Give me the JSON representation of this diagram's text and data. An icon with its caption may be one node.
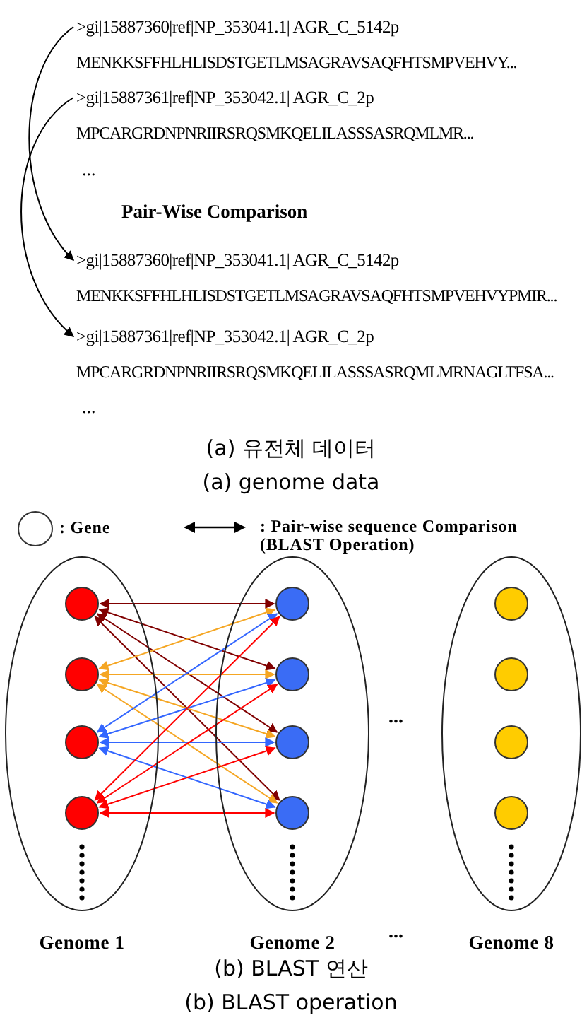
{
  "diagram": {
    "nodes": [
      {
        "text": [
          ">gi|15887360|ref|NP_353041.1| AGR_C_5142p",
          "MENKKSFFHLHLISDSTGETLMSAGRAVSAQFHTSMPVEHVY..."
        ]
      },
      {
        "text": [
          ">gi|15887361|ref|NP_353042.1| AGR_C_2p",
          "MPCARGRDNPNRIIRSRQSMKQELILASSSASRQMLMR..."
        ]
      },
      {
        "text": [
          ">gi|15887360|ref|NP_353041.1| AGR_C_5142p",
          "MENKKSFFHLHLISDSTGETLMSAGRAVSAQFHTSMPVEHVYPMIR..."
        ]
      },
      {
        "text": [
          ">gi|15887361|ref|NP_353042.1| AGR_C_2p",
          "MPCARGRDNPNRIIRSRQSMKQELILASSSASRQMLMRNAGLTFSA..."
        ]
      },
      {
        "text": [
          "Genome 1"
        ]
      },
      {
        "text": [],
        "shape": "circle",
        "in": 4
      },
      {
        "text": [],
        "shape": "circle",
        "in": 4
      },
      {
        "text": [],
        "shape": "circle",
        "in": 4
      },
      {
        "text": [],
        "shape": "circle",
        "in": 4
      },
      {
        "text": [
          "Genome 2"
        ]
      },
      {
        "text": [],
        "shape": "circle",
        "in": 9
      },
      {
        "text": [],
        "shape": "circle",
        "in": 9
      },
      {
        "text": [],
        "shape": "circle",
        "in": 9
      },
      {
        "text": [],
        "shape": "circle",
        "in": 9
      },
      {
        "text": [
          "Genome 8"
        ]
      },
      {
        "text": [],
        "shape": "circle",
        "in": 14
      },
      {
        "text": [],
        "shape": "circle",
        "in": 14
      },
      {
        "text": [],
        "shape": "circle",
        "in": 14
      },
      {
        "text": [],
        "shape": "circle",
        "in": 14
      }
    ],
    "edges": [
      {
        "from": 0,
        "to": 2,
        "arrow": "to",
        "color": "#000000"
      },
      {
        "from": 1,
        "to": 3,
        "arrow": "to",
        "color": "#000000"
      },
      {
        "from": 5,
        "to": 10,
        "arrow": "both",
        "color": "#800000"
      },
      {
        "from": 5,
        "to": 11,
        "arrow": "both",
        "color": "#800000"
      },
      {
        "from": 5,
        "to": 12,
        "arrow": "both",
        "color": "#800000"
      },
      {
        "from": 5,
        "to": 13,
        "arrow": "both",
        "color": "#800000"
      },
      {
        "from": 6,
        "to": 10,
        "arrow": "both",
        "color": "#f5a623"
      },
      {
        "from": 6,
        "to": 11,
        "arrow": "both",
        "color": "#f5a623"
      },
      {
        "from": 6,
        "to": 12,
        "arrow": "both",
        "color": "#f5a623"
      },
      {
        "from": 6,
        "to": 13,
        "arrow": "both",
        "color": "#f5a623"
      },
      {
        "from": 7,
        "to": 10,
        "arrow": "both",
        "color": "#3366ff"
      },
      {
        "from": 7,
        "to": 11,
        "arrow": "both",
        "color": "#3366ff"
      },
      {
        "from": 7,
        "to": 12,
        "arrow": "both",
        "color": "#3366ff"
      },
      {
        "from": 7,
        "to": 13,
        "arrow": "both",
        "color": "#3366ff"
      },
      {
        "from": 8,
        "to": 10,
        "arrow": "both",
        "color": "#ff0000"
      },
      {
        "from": 8,
        "to": 11,
        "arrow": "both",
        "color": "#ff0000"
      },
      {
        "from": 8,
        "to": 12,
        "arrow": "both",
        "color": "#ff0000"
      },
      {
        "from": 8,
        "to": 13,
        "arrow": "both",
        "color": "#ff0000"
      }
    ],
    "labels": [
      "...",
      "Pair-Wise Comparison",
      "...",
      "(a) 유전체 데이터",
      "(a) genome data",
      "...",
      "...",
      "(b) BLAST 연산",
      "(b) BLAST operation"
    ],
    "legend": [
      {
        "text": ": Gene"
      },
      {
        "text": ": Pair-wise sequence Comparison (BLAST Operation)"
      }
    ]
  }
}
